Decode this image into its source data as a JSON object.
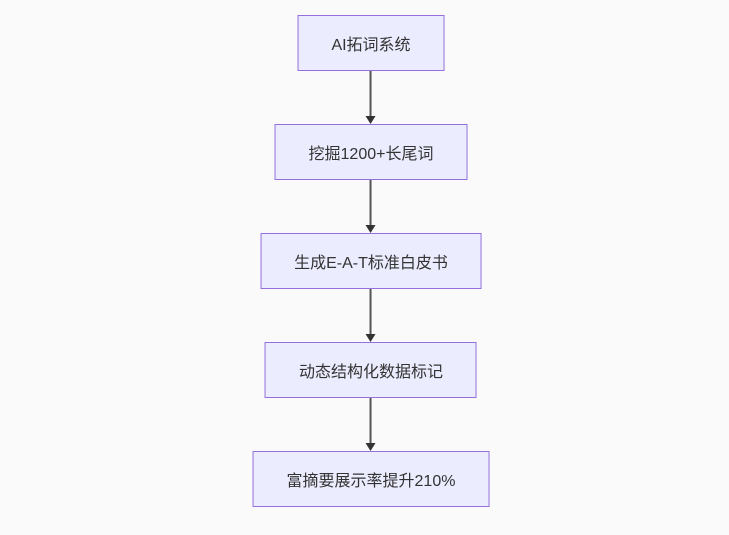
{
  "flowchart": {
    "type": "flowchart-top-down",
    "nodes": [
      {
        "id": "node-1",
        "label": "AI拓词系统"
      },
      {
        "id": "node-2",
        "label": "挖掘1200+长尾词"
      },
      {
        "id": "node-3",
        "label": "生成E-A-T标准白皮书"
      },
      {
        "id": "node-4",
        "label": "动态结构化数据标记"
      },
      {
        "id": "node-5",
        "label": "富摘要展示率提升210%"
      }
    ],
    "edges": [
      {
        "from": "node-1",
        "to": "node-2",
        "style": "arrow-down"
      },
      {
        "from": "node-2",
        "to": "node-3",
        "style": "arrow-down"
      },
      {
        "from": "node-3",
        "to": "node-4",
        "style": "arrow-down"
      },
      {
        "from": "node-4",
        "to": "node-5",
        "style": "arrow-down"
      }
    ],
    "colors": {
      "node_fill": "#ececff",
      "node_border": "#9370db",
      "arrow": "#333333",
      "arrow_line": "#555555",
      "text": "#333333",
      "background": "#fafafa"
    }
  }
}
